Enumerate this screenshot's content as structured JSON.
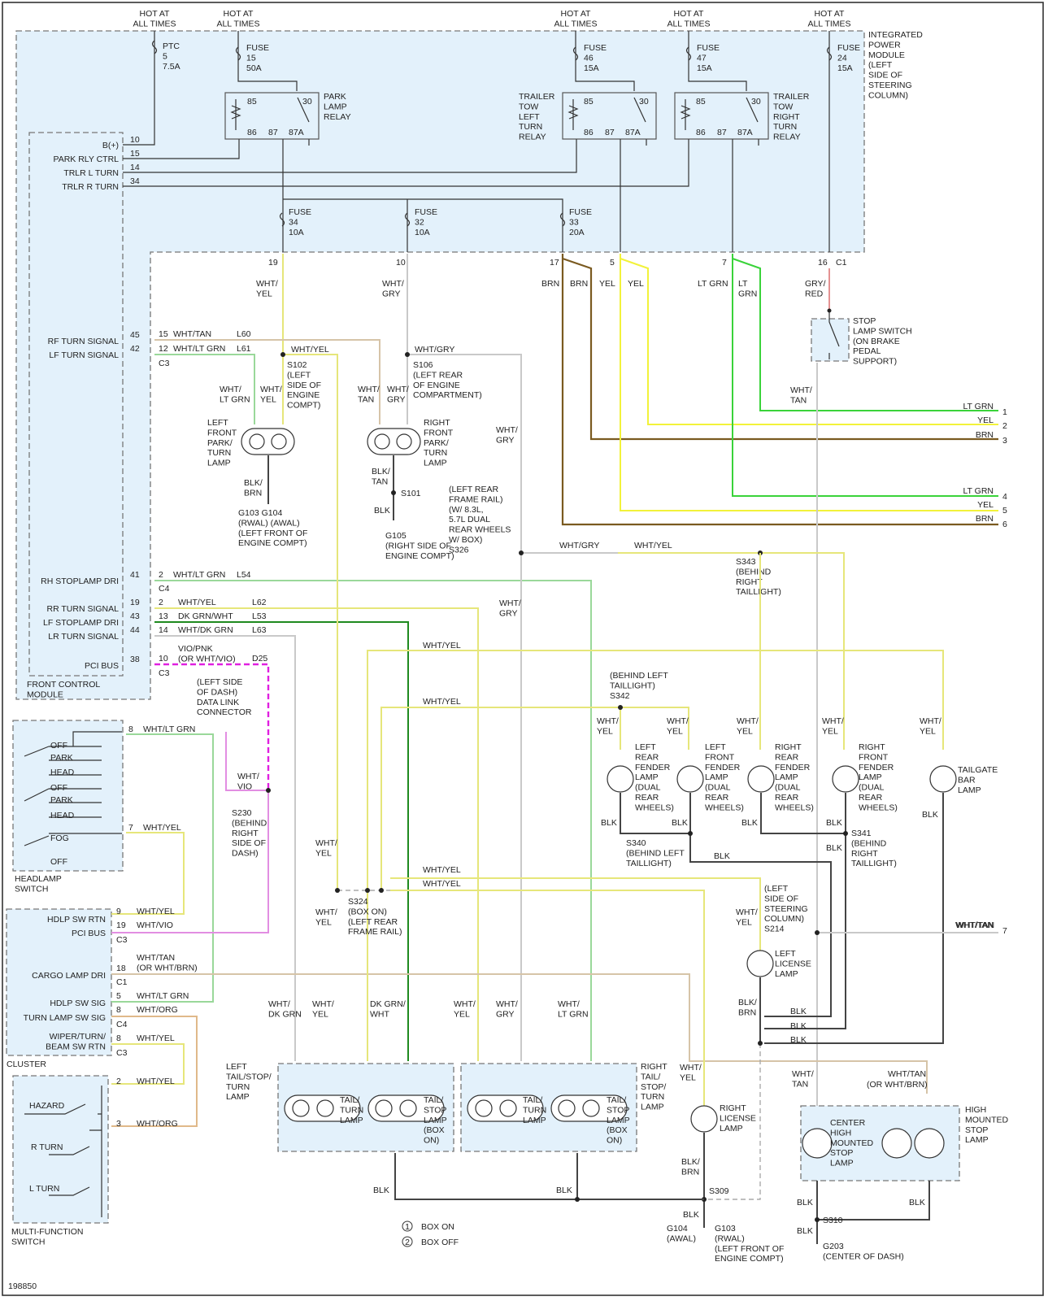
{
  "diagram_id": "198850",
  "hot_label": "HOT AT\nALL TIMES",
  "modules": {
    "ipm": "INTEGRATED\nPOWER\nMODULE\n(LEFT\nSIDE OF\nSTEERING\nCOLUMN)",
    "fcm": "FRONT CONTROL\nMODULE",
    "headlamp_switch": "HEADLAMP\nSWITCH",
    "cluster": "CLUSTER",
    "mfs": "MULTI-FUNCTION\nSWITCH"
  },
  "fuses": [
    {
      "label": "PTC\n5\n7.5A"
    },
    {
      "label": "FUSE\n15\n50A"
    },
    {
      "label": "FUSE\n46\n15A"
    },
    {
      "label": "FUSE\n47\n15A"
    },
    {
      "label": "FUSE\n24\n15A"
    },
    {
      "label": "FUSE\n34\n10A"
    },
    {
      "label": "FUSE\n32\n10A"
    },
    {
      "label": "FUSE\n33\n20A"
    }
  ],
  "relays": [
    {
      "name": "PARK\nLAMP\nRELAY"
    },
    {
      "name": "TRAILER\nTOW\nLEFT\nTURN\nRELAY"
    },
    {
      "name": "TRAILER\nTOW\nRIGHT\nTURN\nRELAY"
    }
  ],
  "relay_pins": [
    "85",
    "30",
    "86",
    "87",
    "87A"
  ],
  "ipm_pins": [
    {
      "num": "10",
      "name": "B(+)"
    },
    {
      "num": "15",
      "name": "PARK RLY CTRL"
    },
    {
      "num": "14",
      "name": "TRLR L TURN"
    },
    {
      "num": "34",
      "name": "TRLR R TURN"
    }
  ],
  "ipm_outputs": [
    "19",
    "10",
    "17",
    "5",
    "7",
    "16"
  ],
  "ipm_connector": "C1",
  "fcm_pins": [
    {
      "num": "45",
      "name": "RF TURN SIGNAL",
      "cav": "15",
      "color": "WHT/TAN",
      "circuit": "L60"
    },
    {
      "num": "42",
      "name": "LF TURN SIGNAL",
      "cav": "12",
      "color": "WHT/LT GRN",
      "circuit": "L61",
      "conn": "C3"
    },
    {
      "num": "41",
      "name": "RH STOPLAMP DRI",
      "cav": "2",
      "color": "WHT/LT GRN",
      "circuit": "L54",
      "conn": "C4"
    },
    {
      "num": "19",
      "name": "RR TURN SIGNAL",
      "cav": "2",
      "color": "WHT/YEL",
      "circuit": "L62"
    },
    {
      "num": "43",
      "name": "LF STOPLAMP DRI",
      "cav": "13",
      "color": "DK GRN/WHT",
      "circuit": "L53"
    },
    {
      "num": "44",
      "name": "LR TURN SIGNAL",
      "cav": "14",
      "color": "WHT/DK GRN",
      "circuit": "L63"
    },
    {
      "num": "38",
      "name": "PCI BUS",
      "cav": "10",
      "color": "VIO/PNK\n(OR WHT/VIO)",
      "circuit": "D25",
      "conn": "C3"
    }
  ],
  "wire_labels": {
    "wht_yel": "WHT/\nYEL",
    "wht_gry": "WHT/\nGRY",
    "wht_ltgrn": "WHT/\nLT GRN",
    "wht_tan": "WHT/\nTAN",
    "brn": "BRN",
    "yel": "YEL",
    "lt_grn": "LT GRN",
    "lt_grn2": "LT\nGRN",
    "gry_red": "GRY/\nRED",
    "blk_brn": "BLK/\nBRN",
    "blk_tan": "BLK/\nTAN",
    "blk": "BLK",
    "wht_yel_h": "WHT/YEL",
    "wht_gry_h": "WHT/GRY",
    "wht_tan_h": "WHT/TAN",
    "wht_vio": "WHT/\nVIO",
    "wht_dkgrn": "WHT/\nDK GRN",
    "dkgrn_wht": "DK GRN/\nWHT"
  },
  "trailer_outputs": [
    {
      "label": "LT GRN",
      "num": "1"
    },
    {
      "label": "YEL",
      "num": "2"
    },
    {
      "label": "BRN",
      "num": "3"
    },
    {
      "label": "LT GRN",
      "num": "4"
    },
    {
      "label": "YEL",
      "num": "5"
    },
    {
      "label": "BRN",
      "num": "6"
    },
    {
      "label": "WHT/TAN",
      "num": "7"
    }
  ],
  "splices": {
    "s102": "S102\n(LEFT\nSIDE OF\nENGINE\nCOMPT)",
    "s106": "S106\n(LEFT REAR\nOF ENGINE\nCOMPARTMENT)",
    "s101": "S101",
    "s326": "(LEFT REAR\nFRAME RAIL)\n(W/ 8.3L,\n5.7L DUAL\nREAR WHEELS\nW/ BOX)\nS326",
    "s343": "S343\n(BEHIND\nRIGHT\nTAILLIGHT)",
    "s342": "(BEHIND LEFT\nTAILLIGHT)\nS342",
    "s340": "S340\n(BEHIND LEFT\nTAILLIGHT)",
    "s341": "S341\n(BEHIND\nRIGHT\nTAILLIGHT)",
    "s230": "S230\n(BEHIND\nRIGHT\nSIDE OF\nDASH)",
    "s324": "S324\n(BOX ON)\n(LEFT REAR\nFRAME RAIL)",
    "s214": "(LEFT\nSIDE OF\nSTEERING\nCOLUMN)\nS214",
    "s309": "S309",
    "s310": "S310"
  },
  "grounds": {
    "g103_104": "G103   G104\n(RWAL)  (AWAL)\n(LEFT FRONT OF\nENGINE COMPT)",
    "g105": "G105\n(RIGHT SIDE OF\nENGINE COMPT)",
    "g104b": "G104\n(AWAL)",
    "g103b": "G103\n(RWAL)\n(LEFT FRONT OF\nENGINE COMPT)",
    "g203": "G203\n(CENTER OF DASH)"
  },
  "lamps": {
    "lf_park": "LEFT\nFRONT\nPARK/\nTURN\nLAMP",
    "rf_park": "RIGHT\nFRONT\nPARK/\nTURN\nLAMP",
    "stop_switch": "STOP\nLAMP SWITCH\n(ON BRAKE\nPEDAL\nSUPPORT)",
    "lr_fender": "LEFT\nREAR\nFENDER\nLAMP\n(DUAL\nREAR\nWHEELS)",
    "lf_fender": "LEFT\nFRONT\nFENDER\nLAMP\n(DUAL\nREAR\nWHEELS)",
    "rr_fender": "RIGHT\nREAR\nFENDER\nLAMP\n(DUAL\nREAR\nWHEELS)",
    "rf_fender": "RIGHT\nFRONT\nFENDER\nLAMP\n(DUAL\nREAR\nWHEELS)",
    "tailgate": "TAILGATE\nBAR\nLAMP",
    "l_license": "LEFT\nLICENSE\nLAMP",
    "r_license": "RIGHT\nLICENSE\nLAMP",
    "l_tail": "LEFT\nTAIL/STOP/\nTURN\nLAMP",
    "r_tail": "RIGHT\nTAIL/\nSTOP/\nTURN\nLAMP",
    "tail_turn": "TAIL/\nTURN\nLAMP",
    "tail_stop": "TAIL/\nSTOP\nLAMP\n(BOX\nON)",
    "chmsl": "HIGH\nMOUNTED\nSTOP\nLAMP",
    "chmsl_center": "CENTER\nHIGH\nMOUNTED\nSTOP\nLAMP",
    "dlc": "(LEFT SIDE\nOF DASH)\nDATA LINK\nCONNECTOR"
  },
  "headlamp_positions": [
    "OFF",
    "PARK",
    "HEAD",
    "OFF",
    "PARK",
    "HEAD",
    "FOG",
    "OFF"
  ],
  "cluster_pins": [
    {
      "num": "9",
      "name": "HDLP SW RTN",
      "color": "WHT/YEL"
    },
    {
      "num": "19",
      "name": "PCI BUS",
      "color": "WHT/VIO",
      "conn": "C3"
    },
    {
      "num": "18",
      "name": "CARGO LAMP DRI",
      "color": "WHT/TAN\n(OR WHT/BRN)",
      "conn": "C1"
    },
    {
      "num": "5",
      "name": "HDLP SW SIG",
      "color": "WHT/LT GRN"
    },
    {
      "num": "8",
      "name": "TURN LAMP SW SIG",
      "color": "WHT/ORG",
      "conn": "C4"
    },
    {
      "num": "8",
      "name": "WIPER/TURN/\nBEAM SW RTN",
      "color": "WHT/YEL",
      "conn": "C3"
    }
  ],
  "mfs_positions": [
    "HAZARD",
    "R TURN",
    "L TURN"
  ],
  "legend": [
    {
      "sym": "1",
      "text": "BOX ON"
    },
    {
      "sym": "2",
      "text": "BOX OFF"
    }
  ]
}
